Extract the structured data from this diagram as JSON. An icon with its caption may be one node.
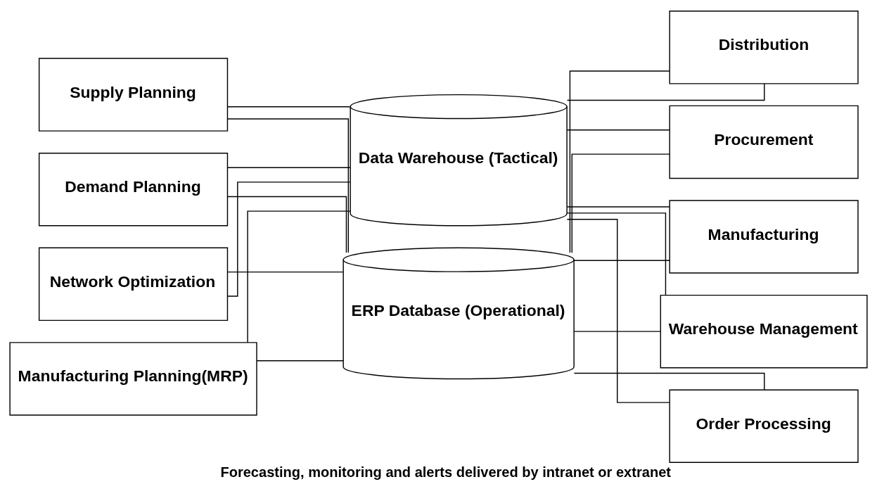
{
  "diagram": {
    "caption": "Forecasting, monitoring and alerts delivered by intranet or extranet",
    "nodes": [
      {
        "text": [
          "Network Optimization"
        ]
      },
      {
        "text": [
          "Manufacturing Planning(MRP)"
        ]
      },
      {
        "text": [
          "Supply Planning"
        ]
      },
      {
        "text": [
          "Demand Planning"
        ]
      },
      {
        "text": [
          "Data Warehouse (Tactical)"
        ]
      },
      {
        "text": [
          "ERP Database (Operational)"
        ]
      },
      {
        "text": [
          "Procurement"
        ]
      },
      {
        "text": [
          "Manufacturing"
        ]
      },
      {
        "text": [
          "Warehouse Management"
        ]
      },
      {
        "text": [
          "Order Processing"
        ]
      },
      {
        "text": [
          "Distribution"
        ]
      }
    ],
    "edges": [
      {
        "from": 0,
        "to": 4,
        "arrow": "none"
      },
      {
        "from": 0,
        "to": 5,
        "arrow": "none"
      },
      {
        "from": 1,
        "to": 4,
        "arrow": "none"
      },
      {
        "from": 1,
        "to": 5,
        "arrow": "none"
      },
      {
        "from": 2,
        "to": 4,
        "arrow": "none"
      },
      {
        "from": 2,
        "to": 5,
        "arrow": "none"
      },
      {
        "from": 3,
        "to": 4,
        "arrow": "none"
      },
      {
        "from": 3,
        "to": 5,
        "arrow": "none"
      },
      {
        "from": 4,
        "to": 6,
        "arrow": "none"
      },
      {
        "from": 4,
        "to": 7,
        "arrow": "none"
      },
      {
        "from": 4,
        "to": 8,
        "arrow": "none"
      },
      {
        "from": 4,
        "to": 9,
        "arrow": "none"
      },
      {
        "from": 4,
        "to": 10,
        "arrow": "none"
      },
      {
        "from": 5,
        "to": 6,
        "arrow": "none"
      },
      {
        "from": 5,
        "to": 7,
        "arrow": "none"
      },
      {
        "from": 5,
        "to": 8,
        "arrow": "none"
      },
      {
        "from": 5,
        "to": 9,
        "arrow": "none"
      },
      {
        "from": 5,
        "to": 10,
        "arrow": "none"
      }
    ]
  }
}
